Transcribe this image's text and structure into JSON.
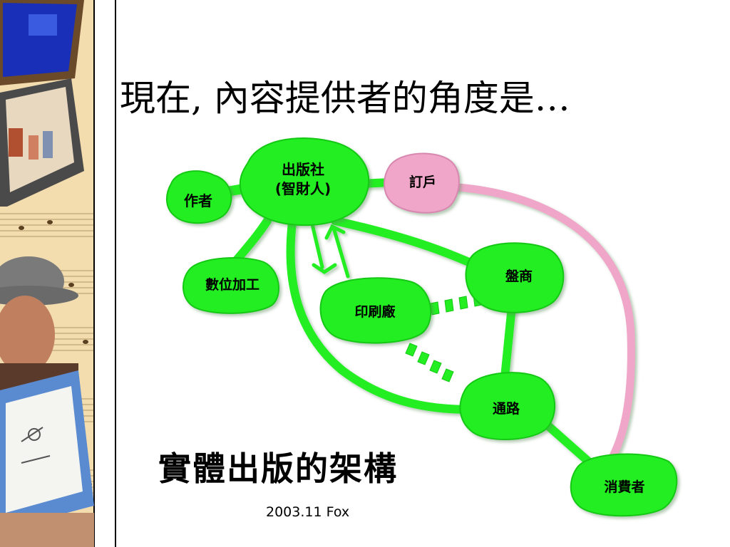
{
  "slide": {
    "title": "現在, 內容提供者的角度是…",
    "caption": "實體出版的架構",
    "credit": "2003.11 Fox"
  },
  "diagram": {
    "nodes": [
      {
        "id": "author",
        "label": "作者",
        "color": "#22ee22"
      },
      {
        "id": "publisher",
        "label_line1": "出版社",
        "label_line2": "(智財人)",
        "color": "#22ee22"
      },
      {
        "id": "subscriber",
        "label": "訂戶",
        "color": "#f0a6c8"
      },
      {
        "id": "digital",
        "label": "數位加工",
        "color": "#22ee22"
      },
      {
        "id": "printer",
        "label": "印刷廠",
        "color": "#22ee22"
      },
      {
        "id": "wholesaler",
        "label": "盤商",
        "color": "#22ee22"
      },
      {
        "id": "channel",
        "label": "通路",
        "color": "#22ee22"
      },
      {
        "id": "consumer",
        "label": "消費者",
        "color": "#22ee22"
      }
    ],
    "edges": [
      {
        "from": "author",
        "to": "publisher",
        "style": "solid"
      },
      {
        "from": "publisher",
        "to": "subscriber",
        "style": "solid"
      },
      {
        "from": "publisher",
        "to": "digital",
        "style": "solid"
      },
      {
        "from": "publisher",
        "to": "printer",
        "style": "arrows"
      },
      {
        "from": "publisher",
        "to": "wholesaler",
        "style": "solid"
      },
      {
        "from": "publisher",
        "to": "channel",
        "style": "solid"
      },
      {
        "from": "printer",
        "to": "wholesaler",
        "style": "dashed"
      },
      {
        "from": "printer",
        "to": "channel",
        "style": "dashed"
      },
      {
        "from": "wholesaler",
        "to": "channel",
        "style": "solid"
      },
      {
        "from": "channel",
        "to": "consumer",
        "style": "solid"
      },
      {
        "from": "subscriber",
        "to": "consumer",
        "style": "solid-pink"
      }
    ],
    "colors": {
      "green": "#22ee22",
      "green_dark": "#14c814",
      "pink": "#f0a6c8"
    }
  }
}
